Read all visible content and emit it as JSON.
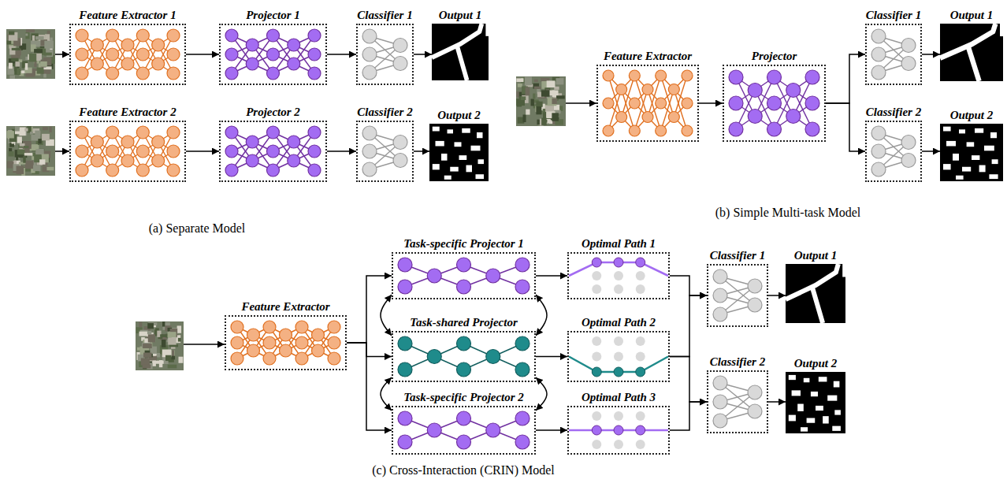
{
  "diagram": {
    "nodes": [
      {
        "text": [
          "Feature Extractor 1"
        ]
      },
      {
        "text": [
          "Projector 1"
        ]
      },
      {
        "text": [
          "Classifier 1"
        ]
      },
      {
        "text": [
          "Output 1"
        ]
      },
      {
        "text": [
          "Feature Extractor 2"
        ]
      },
      {
        "text": [
          "Projector 2"
        ]
      },
      {
        "text": [
          "Classifier 2"
        ]
      },
      {
        "text": [
          "Output 2"
        ]
      },
      {
        "text": [
          "Feature Extractor"
        ]
      },
      {
        "text": [
          "Projector"
        ]
      },
      {
        "text": [
          "Classifier 1"
        ]
      },
      {
        "text": [
          "Output 1"
        ]
      },
      {
        "text": [
          "Classifier 2"
        ]
      },
      {
        "text": [
          "Output 2"
        ]
      },
      {
        "text": [
          "Feature Extractor"
        ]
      },
      {
        "text": [
          "Task-specific Projector 1"
        ]
      },
      {
        "text": [
          "Task-shared Projector"
        ]
      },
      {
        "text": [
          "Task-specific Projector 2"
        ]
      },
      {
        "text": [
          "Optimal Path 1"
        ]
      },
      {
        "text": [
          "Optimal Path 2"
        ]
      },
      {
        "text": [
          "Optimal Path 3"
        ]
      },
      {
        "text": [
          "Classifier 1"
        ]
      },
      {
        "text": [
          "Output 1"
        ]
      },
      {
        "text": [
          "Classifier 2"
        ]
      },
      {
        "text": [
          "Output 2"
        ]
      }
    ],
    "edges": [
      {
        "from": 0,
        "to": 1,
        "arrow": "to"
      },
      {
        "from": 1,
        "to": 2,
        "arrow": "to"
      },
      {
        "from": 2,
        "to": 3,
        "arrow": "to"
      },
      {
        "from": 4,
        "to": 5,
        "arrow": "to"
      },
      {
        "from": 5,
        "to": 6,
        "arrow": "to"
      },
      {
        "from": 6,
        "to": 7,
        "arrow": "to"
      },
      {
        "from": 8,
        "to": 9,
        "arrow": "to"
      },
      {
        "from": 9,
        "to": 10,
        "arrow": "to"
      },
      {
        "from": 9,
        "to": 12,
        "arrow": "to"
      },
      {
        "from": 10,
        "to": 11,
        "arrow": "to"
      },
      {
        "from": 12,
        "to": 13,
        "arrow": "to"
      },
      {
        "from": 14,
        "to": 15,
        "arrow": "to"
      },
      {
        "from": 14,
        "to": 16,
        "arrow": "to"
      },
      {
        "from": 14,
        "to": 17,
        "arrow": "to"
      },
      {
        "from": 15,
        "to": 16,
        "arrow": "both"
      },
      {
        "from": 15,
        "to": 16,
        "arrow": "both"
      },
      {
        "from": 16,
        "to": 17,
        "arrow": "both"
      },
      {
        "from": 16,
        "to": 17,
        "arrow": "both"
      },
      {
        "from": 15,
        "to": 18,
        "arrow": "to"
      },
      {
        "from": 16,
        "to": 19,
        "arrow": "to"
      },
      {
        "from": 17,
        "to": 20,
        "arrow": "to"
      },
      {
        "from": 18,
        "to": 21,
        "arrow": "to"
      },
      {
        "from": 19,
        "to": 21,
        "arrow": "to"
      },
      {
        "from": 19,
        "to": 23,
        "arrow": "to"
      },
      {
        "from": 20,
        "to": 23,
        "arrow": "to"
      },
      {
        "from": 21,
        "to": 22,
        "arrow": "to"
      },
      {
        "from": 23,
        "to": 24,
        "arrow": "to"
      }
    ],
    "labels": [
      "(a) Separate Model",
      "(b) Simple Multi-task Model",
      "(c) Cross-Interaction (CRIN) Model"
    ]
  }
}
